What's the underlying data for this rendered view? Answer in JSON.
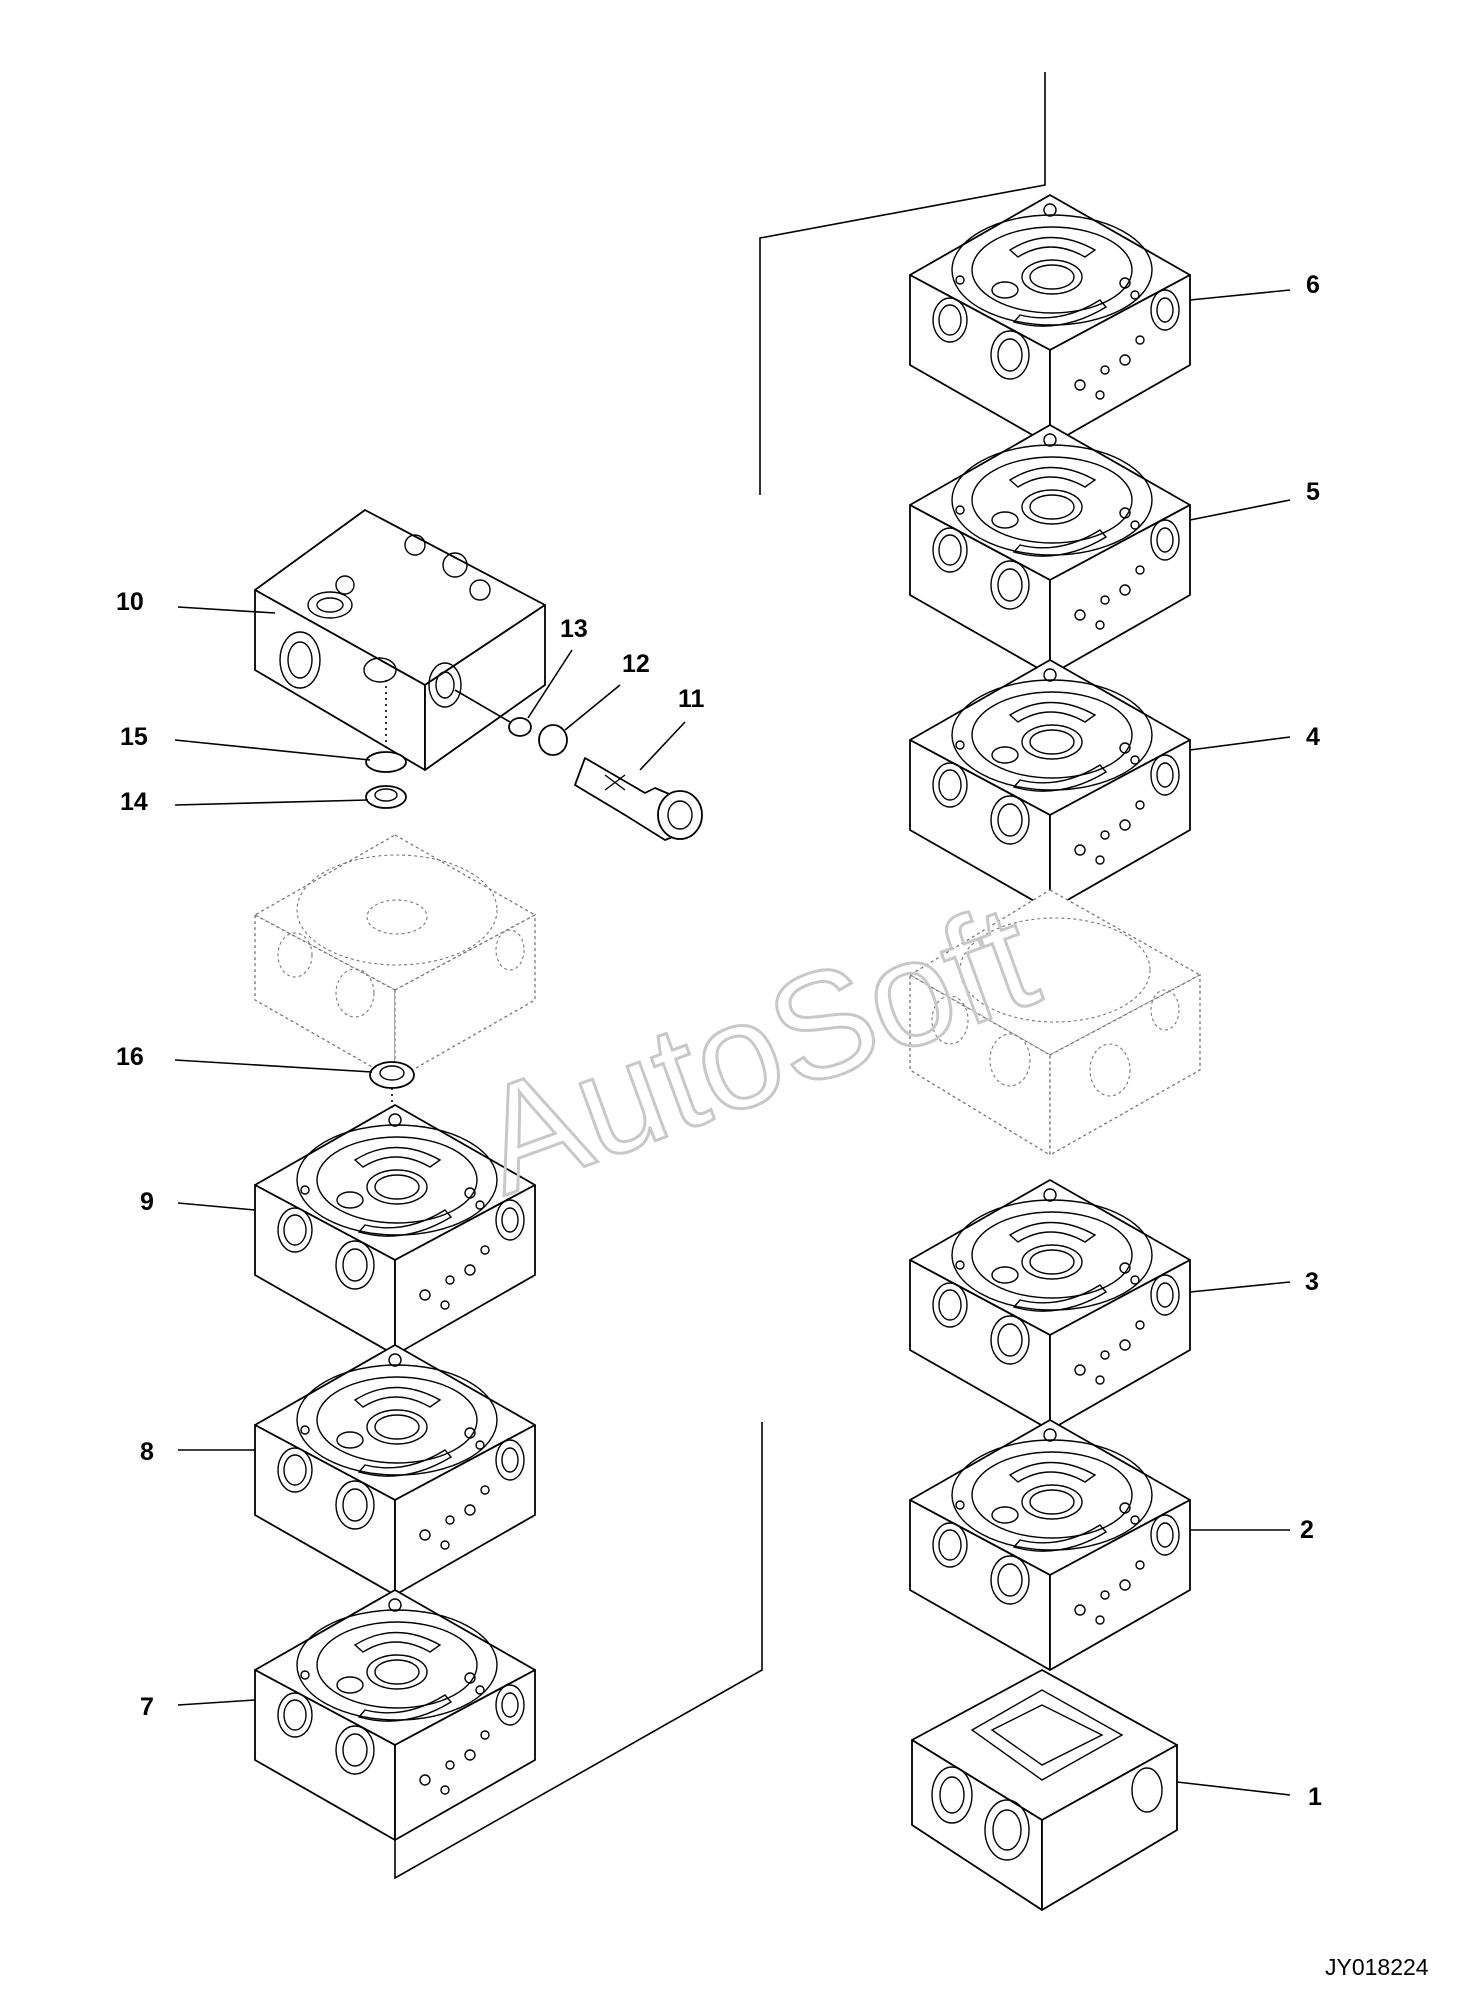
{
  "drawing_code": "JY018224",
  "watermark": "AutoSoft",
  "part_labels": [
    "1",
    "2",
    "3",
    "4",
    "5",
    "6",
    "7",
    "8",
    "9",
    "10",
    "11",
    "12",
    "13",
    "14",
    "15",
    "16"
  ]
}
